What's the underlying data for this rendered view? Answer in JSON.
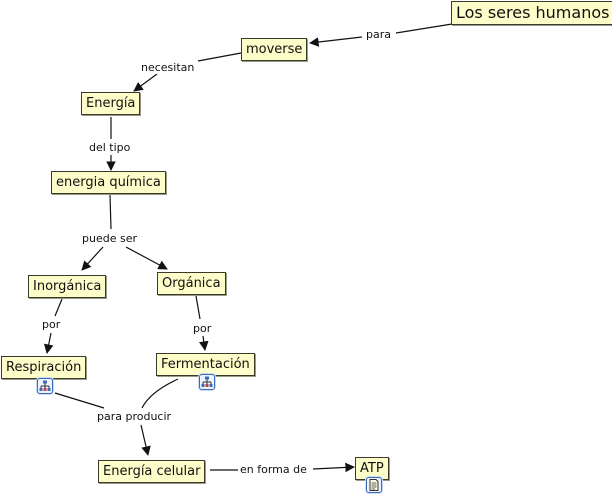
{
  "concepts": {
    "seres": "Los seres humanos",
    "moverse": "moverse",
    "energia": "Energía",
    "quimica": "energia química",
    "inorganica": "Inorgánica",
    "organica": "Orgánica",
    "respiracion": "Respiración",
    "fermentacion": "Fermentación",
    "celular": "Energía celular",
    "atp": "ATP"
  },
  "links": {
    "para": "para",
    "necesitan": "necesitan",
    "del_tipo": "del tipo",
    "puede_ser": "puede ser",
    "por1": "por",
    "por2": "por",
    "para_producir": "para producir",
    "en_forma_de": "en forma de"
  },
  "icons": {
    "respiracion": "submap-icon",
    "fermentacion": "submap-icon",
    "atp": "document-icon"
  },
  "colors": {
    "node_fill": "#fdfdc9",
    "line": "#111111",
    "icon_border": "#3a6bb5"
  }
}
